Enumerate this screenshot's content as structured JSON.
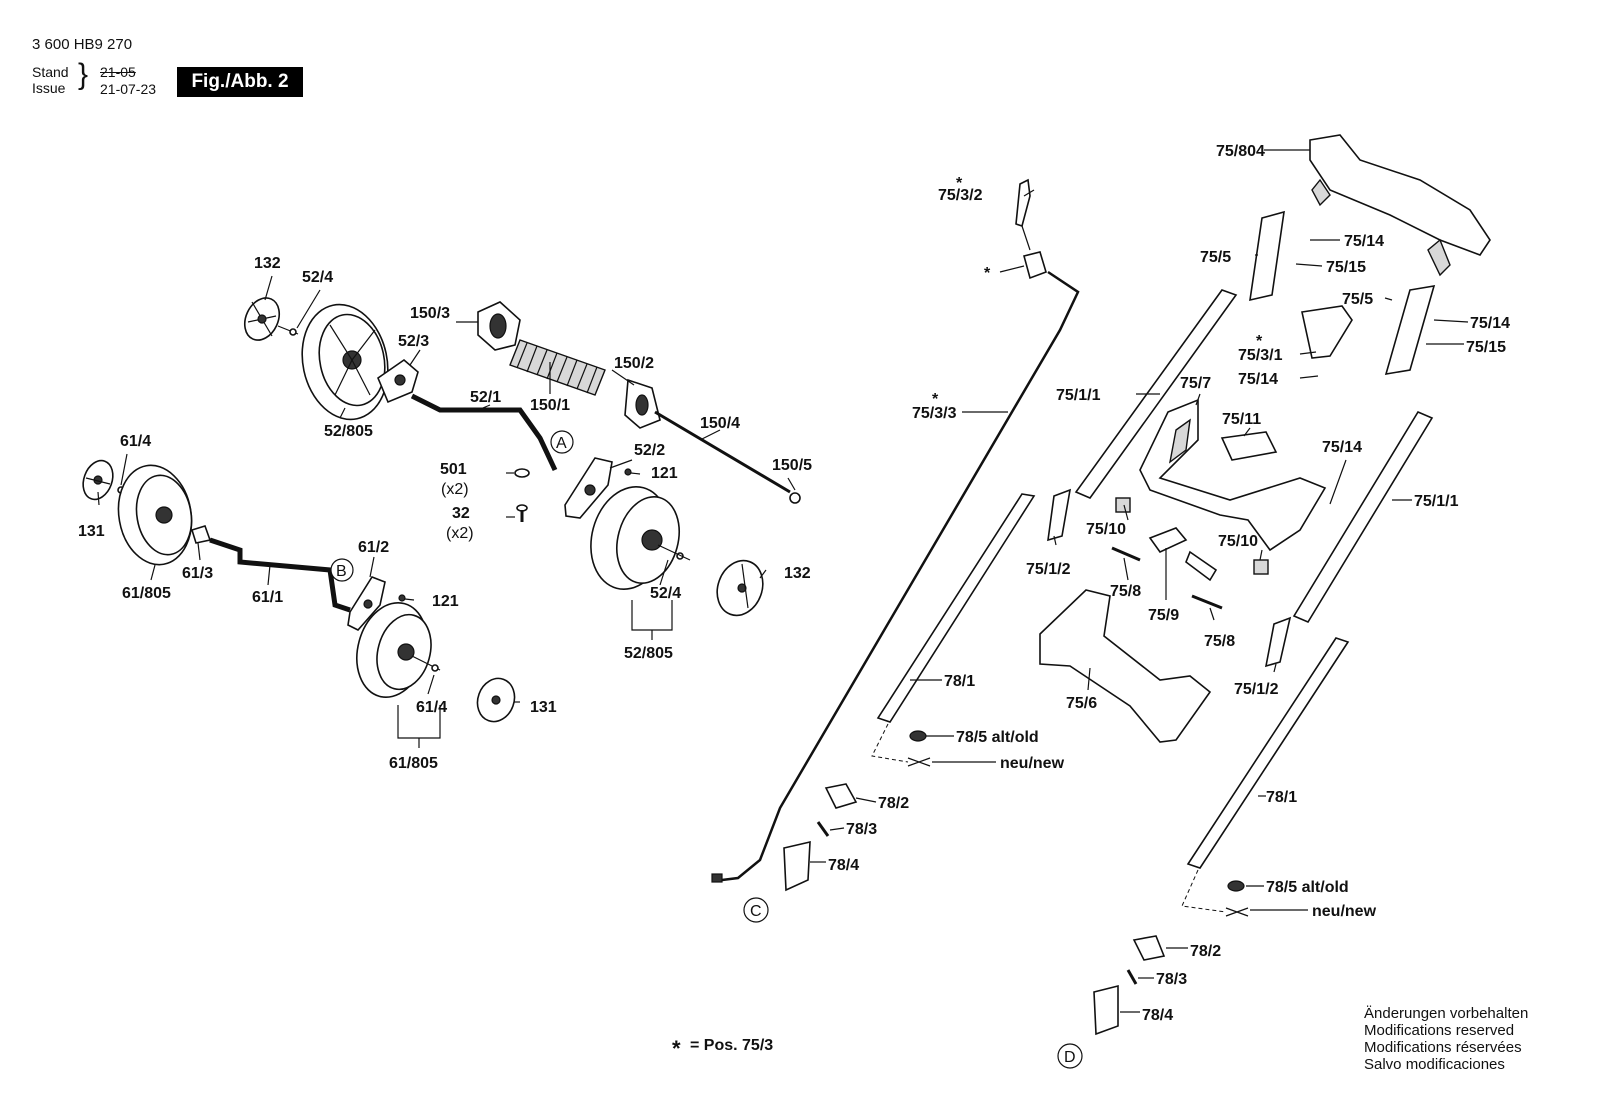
{
  "header": {
    "drawing_number": "3 600 HB9 270",
    "stand_label": "Stand",
    "issue_label": "Issue",
    "stand_date_old": "21-05",
    "issue_date": "21-07-23",
    "figure_label": "Fig./Abb. 2"
  },
  "footnote": {
    "star": "*",
    "text": "= Pos.  75/3"
  },
  "notes": [
    "Änderungen vorbehalten",
    "Modifications reserved",
    "Modifications réservées",
    "Salvo modificaciones"
  ],
  "callouts": {
    "A": "A",
    "B": "B",
    "C": "C",
    "D": "D"
  },
  "labels": {
    "p132a": "132",
    "p52_4a": "52/4",
    "p150_3": "150/3",
    "p52_3": "52/3",
    "p150_2": "150/2",
    "p150_1": "150/1",
    "p52_805a": "52/805",
    "p52_1": "52/1",
    "p150_4": "150/4",
    "p150_5": "150/5",
    "p52_2": "52/2",
    "p121a": "121",
    "p501": "501",
    "p501x": "(x2)",
    "p32": "32",
    "p32x": "(x2)",
    "p61_4a": "61/4",
    "p131a": "131",
    "p61_805a": "61/805",
    "p61_3": "61/3",
    "p61_1": "61/1",
    "p61_2": "61/2",
    "p121b": "121",
    "p132b": "132",
    "p52_4b": "52/4",
    "p52_805b": "52/805",
    "p61_4b": "61/4",
    "p131b": "131",
    "p61_805b": "61/805",
    "p75_3_2": "75/3/2",
    "p75_3_3": "75/3/3",
    "p75_804": "75/804",
    "p75_5a": "75/5",
    "p75_14a": "75/14",
    "p75_15a": "75/15",
    "p75_5b": "75/5",
    "p75_14b": "75/14",
    "p75_15b": "75/15",
    "p75_3_1": "75/3/1",
    "p75_14c": "75/14",
    "p75_1_1a": "75/1/1",
    "p75_7": "75/7",
    "p75_11": "75/11",
    "p75_14d": "75/14",
    "p75_1_1b": "75/1/1",
    "p75_10a": "75/10",
    "p75_10b": "75/10",
    "p75_1_2a": "75/1/2",
    "p75_8a": "75/8",
    "p75_9": "75/9",
    "p75_8b": "75/8",
    "p75_1_2b": "75/1/2",
    "p75_6": "75/6",
    "p78_1a": "78/1",
    "p78_5a": "78/5 alt/old",
    "p_newa": "neu/new",
    "p78_2a": "78/2",
    "p78_3a": "78/3",
    "p78_4a": "78/4",
    "p78_1b": "78/1",
    "p78_5b": "78/5 alt/old",
    "p_newb": "neu/new",
    "p78_2b": "78/2",
    "p78_3b": "78/3",
    "p78_4b": "78/4"
  },
  "star_marks": [
    "*",
    "*",
    "*",
    "*"
  ]
}
